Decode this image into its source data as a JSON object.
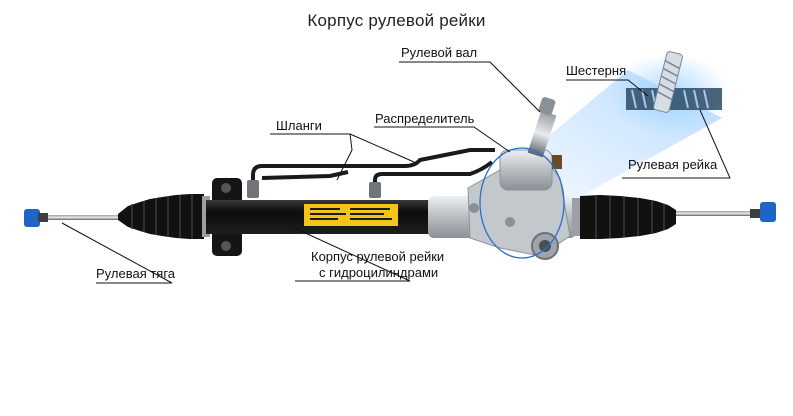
{
  "title": "Корпус рулевой рейки",
  "labels": {
    "steering_shaft": "Рулевой вал",
    "pinion": "Шестерня",
    "hoses": "Шланги",
    "distributor": "Распределитель",
    "rack": "Рулевая рейка",
    "tie_rod": "Рулевая тяга",
    "housing_line1": "Корпус рулевой рейки",
    "housing_line2": "с гидроцилиндрами"
  },
  "colors": {
    "boot": "#0d0d0d",
    "tube": "#111111",
    "valve_body": "#c9cdd1",
    "tie_rod_end": "#1f64c8",
    "label_sticker": "#f2c418"
  }
}
